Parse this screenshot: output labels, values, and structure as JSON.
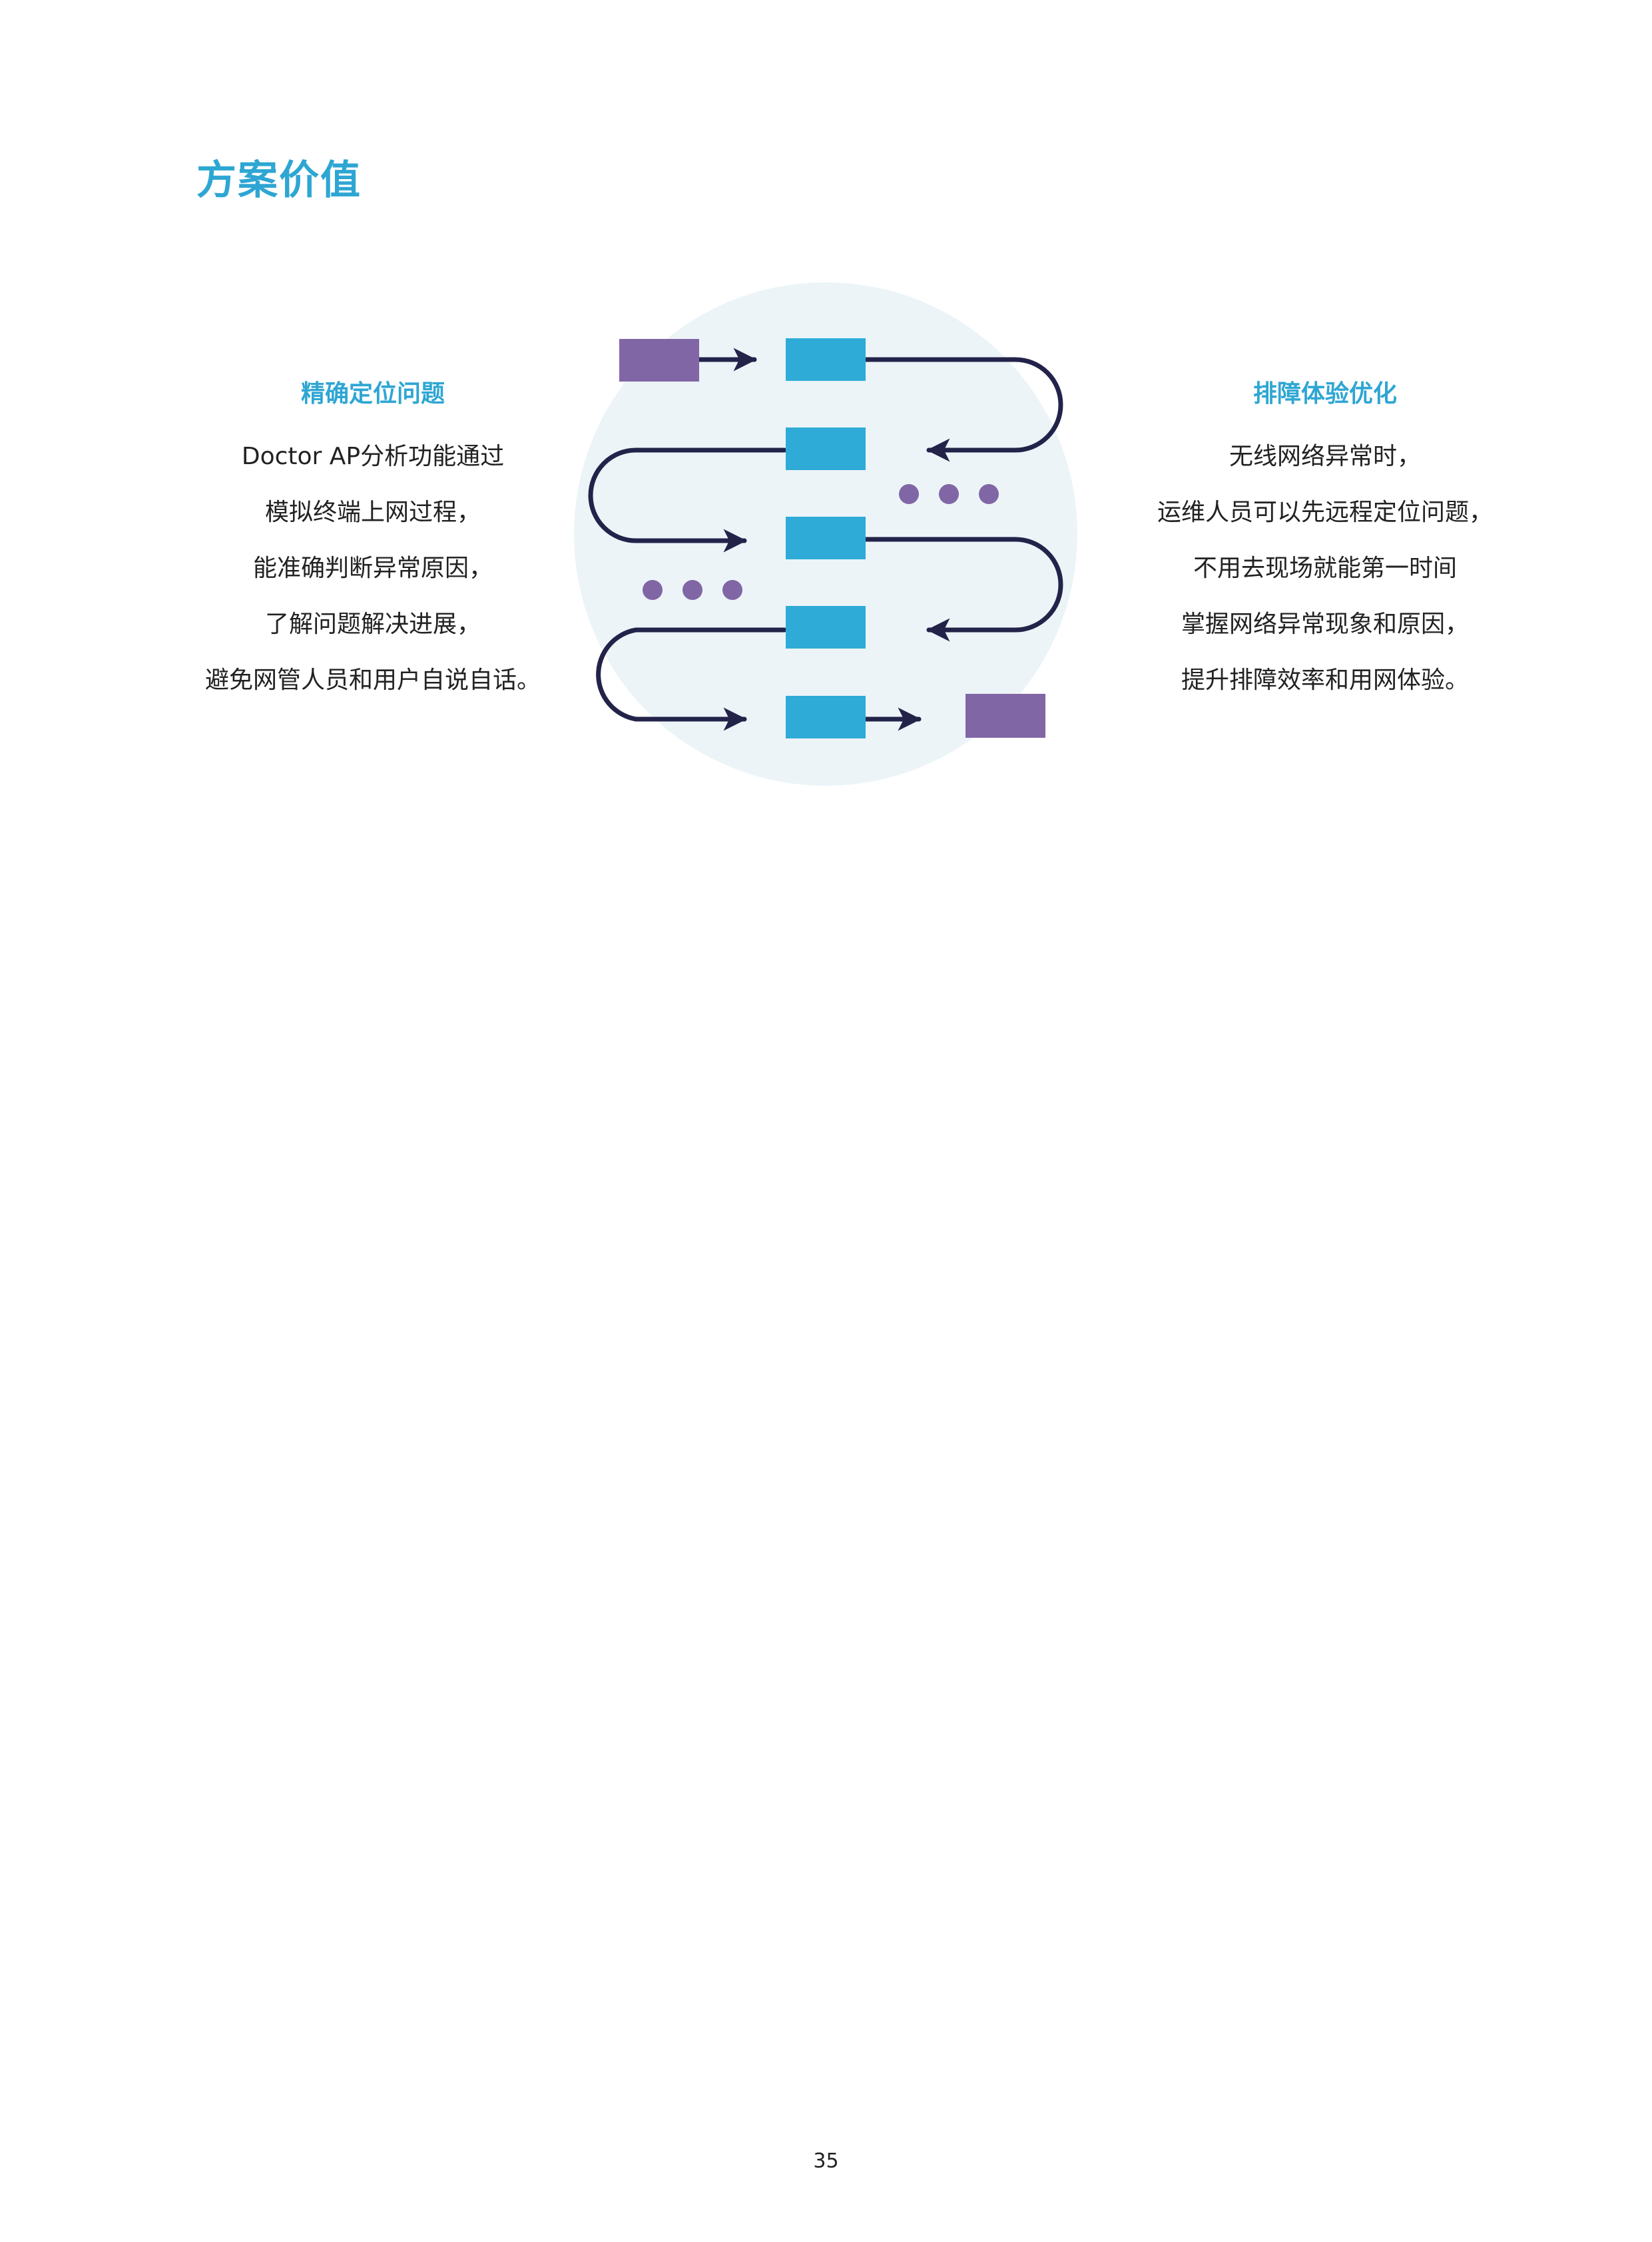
{
  "heading": "方案价值",
  "left_block": {
    "title": "精确定位问题",
    "lines": [
      "Doctor AP分析功能通过",
      "模拟终端上网过程，",
      "能准确判断异常原因，",
      "了解问题解决进展，",
      "避免网管人员和用户自说自话。"
    ]
  },
  "right_block": {
    "title": "排障体验优化",
    "lines": [
      "无线网络异常时，",
      "运维人员可以先远程定位问题，",
      "不用去现场就能第一时间",
      "掌握网络异常现象和原因，",
      "提升排障效率和用网体验。"
    ]
  },
  "diagram_colors": {
    "circle": "#ecf4f8",
    "step_box": "#2fabd7",
    "endpoint_box": "#8166a6",
    "arrow": "#23234a",
    "dots": "#8166a6"
  },
  "page_number": "35"
}
